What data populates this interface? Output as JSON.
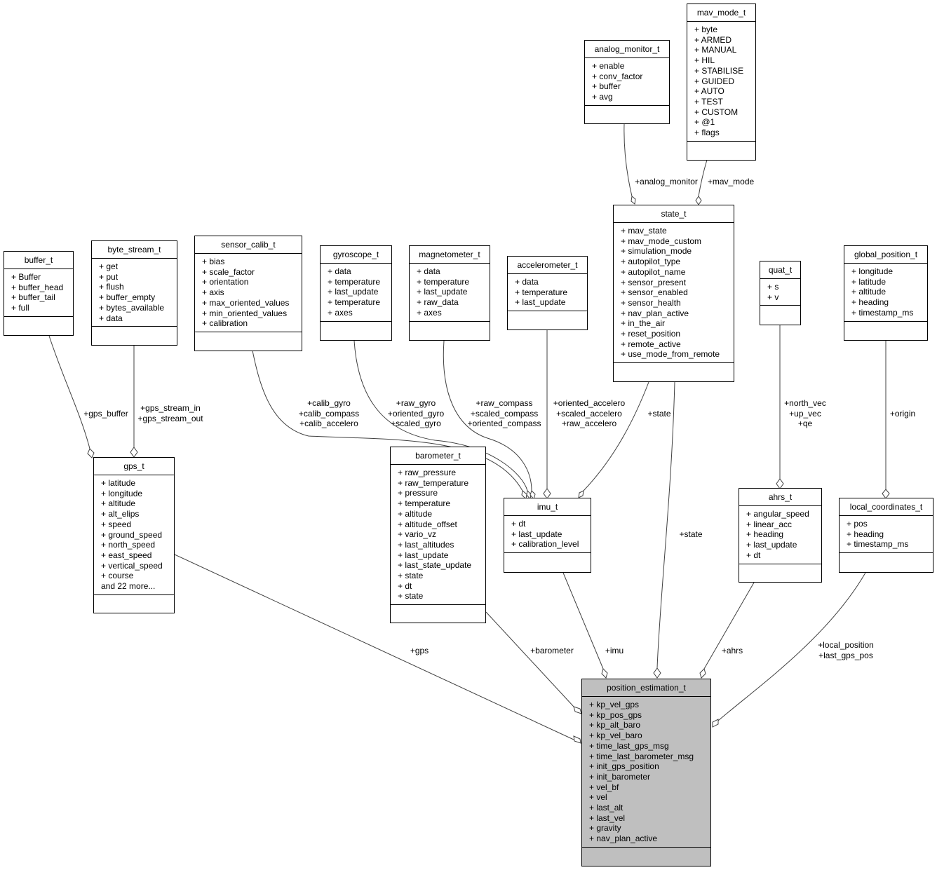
{
  "nodes": {
    "mav_mode_t": {
      "title": "mav_mode_t",
      "fields": [
        "+ byte",
        "+ ARMED",
        "+ MANUAL",
        "+ HIL",
        "+ STABILISE",
        "+ GUIDED",
        "+ AUTO",
        "+ TEST",
        "+ CUSTOM",
        "+ @1",
        "+ flags"
      ]
    },
    "analog_monitor_t": {
      "title": "analog_monitor_t",
      "fields": [
        "+ enable",
        "+ conv_factor",
        "+ buffer",
        "+ avg"
      ]
    },
    "state_t": {
      "title": "state_t",
      "fields": [
        "+ mav_state",
        "+ mav_mode_custom",
        "+ simulation_mode",
        "+ autopilot_type",
        "+ autopilot_name",
        "+ sensor_present",
        "+ sensor_enabled",
        "+ sensor_health",
        "+ nav_plan_active",
        "+ in_the_air",
        "+ reset_position",
        "+ remote_active",
        "+ use_mode_from_remote"
      ]
    },
    "buffer_t": {
      "title": "buffer_t",
      "fields": [
        "+ Buffer",
        "+ buffer_head",
        "+ buffer_tail",
        "+ full"
      ]
    },
    "byte_stream_t": {
      "title": "byte_stream_t",
      "fields": [
        "+ get",
        "+ put",
        "+ flush",
        "+ buffer_empty",
        "+ bytes_available",
        "+ data"
      ]
    },
    "sensor_calib_t": {
      "title": "sensor_calib_t",
      "fields": [
        "+ bias",
        "+ scale_factor",
        "+ orientation",
        "+ axis",
        "+ max_oriented_values",
        "+ min_oriented_values",
        "+ calibration"
      ]
    },
    "gyroscope_t": {
      "title": "gyroscope_t",
      "fields": [
        "+ data",
        "+ temperature",
        "+ last_update",
        "+ temperature",
        "+ axes"
      ]
    },
    "magnetometer_t": {
      "title": "magnetometer_t",
      "fields": [
        "+ data",
        "+ temperature",
        "+ last_update",
        "+ raw_data",
        "+ axes"
      ]
    },
    "accelerometer_t": {
      "title": "accelerometer_t",
      "fields": [
        "+ data",
        "+ temperature",
        "+ last_update"
      ]
    },
    "quat_t": {
      "title": "quat_t",
      "fields": [
        "+ s",
        "+ v"
      ]
    },
    "global_position_t": {
      "title": "global_position_t",
      "fields": [
        "+ longitude",
        "+ latitude",
        "+ altitude",
        "+ heading",
        "+ timestamp_ms"
      ]
    },
    "gps_t": {
      "title": "gps_t",
      "fields": [
        "+ latitude",
        "+ longitude",
        "+ altitude",
        "+ alt_elips",
        "+ speed",
        "+ ground_speed",
        "+ north_speed",
        "+ east_speed",
        "+ vertical_speed",
        "+ course",
        "and 22 more..."
      ]
    },
    "barometer_t": {
      "title": "barometer_t",
      "fields": [
        "+ raw_pressure",
        "+ raw_temperature",
        "+ pressure",
        "+ temperature",
        "+ altitude",
        "+ altitude_offset",
        "+ vario_vz",
        "+ last_altitudes",
        "+ last_update",
        "+ last_state_update",
        "+ state",
        "+ dt",
        "+ state"
      ]
    },
    "imu_t": {
      "title": "imu_t",
      "fields": [
        "+ dt",
        "+ last_update",
        "+ calibration_level"
      ]
    },
    "ahrs_t": {
      "title": "ahrs_t",
      "fields": [
        "+ angular_speed",
        "+ linear_acc",
        "+ heading",
        "+ last_update",
        "+ dt"
      ]
    },
    "local_coordinates_t": {
      "title": "local_coordinates_t",
      "fields": [
        "+ pos",
        "+ heading",
        "+ timestamp_ms"
      ]
    },
    "position_estimation_t": {
      "title": "position_estimation_t",
      "fields": [
        "+ kp_vel_gps",
        "+ kp_pos_gps",
        "+ kp_alt_baro",
        "+ kp_vel_baro",
        "+ time_last_gps_msg",
        "+ time_last_barometer_msg",
        "+ init_gps_position",
        "+ init_barometer",
        "+ vel_bf",
        "+ vel",
        "+ last_alt",
        "+ last_vel",
        "+ gravity",
        "+ nav_plan_active"
      ]
    }
  },
  "edge_labels": {
    "analog_monitor": [
      "+analog_monitor"
    ],
    "mav_mode": [
      "+mav_mode"
    ],
    "gps_buffer": [
      "+gps_buffer"
    ],
    "gps_stream": [
      "+gps_stream_in",
      "+gps_stream_out"
    ],
    "calib": [
      "+calib_gyro",
      "+calib_compass",
      "+calib_accelero"
    ],
    "gyro": [
      "+raw_gyro",
      "+oriented_gyro",
      "+scaled_gyro"
    ],
    "compass": [
      "+raw_compass",
      "+scaled_compass",
      "+oriented_compass"
    ],
    "accelero": [
      "+oriented_accelero",
      "+scaled_accelero",
      "+raw_accelero"
    ],
    "state_imu": [
      "+state"
    ],
    "state_pos": [
      "+state"
    ],
    "quat": [
      "+north_vec",
      "+up_vec",
      "+qe"
    ],
    "origin": [
      "+origin"
    ],
    "gps": [
      "+gps"
    ],
    "barometer": [
      "+barometer"
    ],
    "imu": [
      "+imu"
    ],
    "ahrs": [
      "+ahrs"
    ],
    "local": [
      "+local_position",
      "+last_gps_pos"
    ]
  },
  "colors": {
    "line": "#404040",
    "box_border": "#000000",
    "main_fill": "#bfbfbf"
  }
}
